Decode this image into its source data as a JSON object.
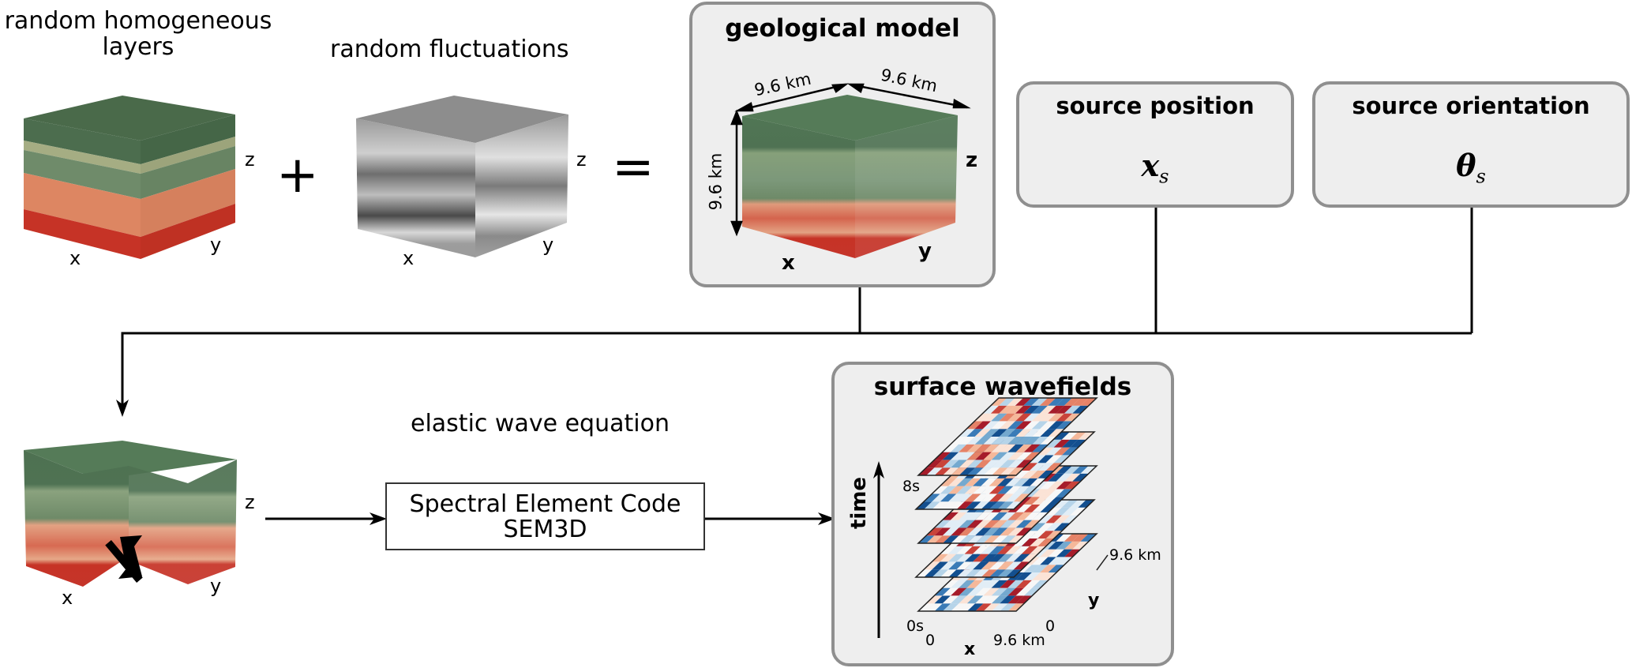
{
  "top_row": {
    "layers_label": "random homogeneous\nlayers",
    "fluctuations_label": "random fluctuations",
    "plus_symbol": "+",
    "equals_symbol": "=",
    "axes": {
      "x": "x",
      "y": "y",
      "z": "z"
    }
  },
  "geological_model": {
    "title": "geological model",
    "dim_x": "9.6 km",
    "dim_y": "9.6 km",
    "dim_z": "9.6 km",
    "axes": {
      "x": "x",
      "y": "y",
      "z": "z"
    }
  },
  "source_position": {
    "title": "source position",
    "symbol": "x",
    "subscript": "s"
  },
  "source_orientation": {
    "title": "source orientation",
    "symbol": "θ",
    "subscript": "s"
  },
  "bottom_row": {
    "source_model_axes": {
      "x": "x",
      "y": "y",
      "z": "z"
    },
    "equation_label": "elastic wave equation",
    "code_box": {
      "line1": "Spectral Element Code",
      "line2": "SEM3D"
    }
  },
  "surface_wavefields": {
    "title": "surface wavefields",
    "time_label": "time",
    "t_top": "8s",
    "t_bottom": "0s",
    "x_start": "0",
    "x_end": "9.6 km",
    "x_axis": "x",
    "y_start": "0",
    "y_end": "9.6 km",
    "y_axis": "y",
    "slice_count": 5
  },
  "colors": {
    "green_dark": "#4a6b4c",
    "green_mid": "#6b8a68",
    "green_light": "#9aa57c",
    "orange": "#db8562",
    "red": "#c53527",
    "gray_panel": "#eeeeee",
    "gray_border": "#8f8f8f",
    "wave_red": "#b2182b",
    "wave_blue": "#2166ac"
  }
}
